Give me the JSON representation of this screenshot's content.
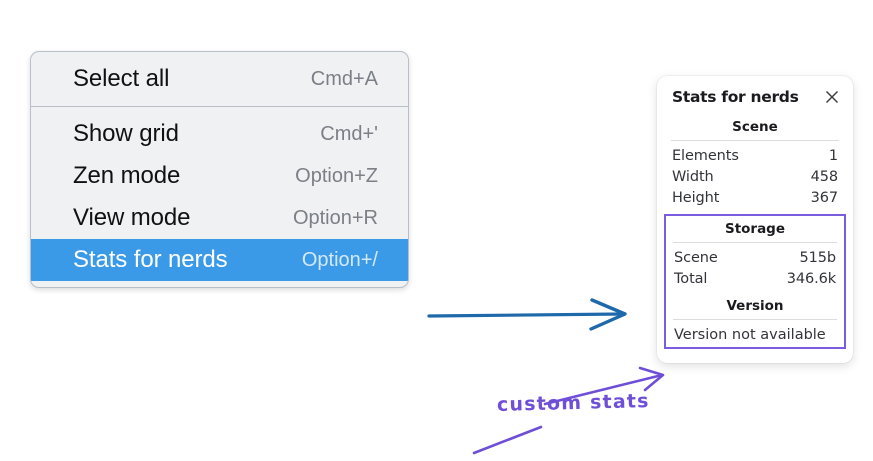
{
  "menu": {
    "groups": [
      {
        "items": [
          {
            "label": "Select all",
            "shortcut": "Cmd+A",
            "selected": false
          }
        ]
      },
      {
        "items": [
          {
            "label": "Show grid",
            "shortcut": "Cmd+'",
            "selected": false
          },
          {
            "label": "Zen mode",
            "shortcut": "Option+Z",
            "selected": false
          },
          {
            "label": "View mode",
            "shortcut": "Option+R",
            "selected": false
          },
          {
            "label": "Stats for nerds",
            "shortcut": "Option+/",
            "selected": true
          }
        ]
      }
    ],
    "highlight_color": "#3b9ae8"
  },
  "stats_panel": {
    "title": "Stats for nerds",
    "close_icon": "close-icon",
    "scene": {
      "heading": "Scene",
      "rows": [
        {
          "key": "Elements",
          "value": "1"
        },
        {
          "key": "Width",
          "value": "458"
        },
        {
          "key": "Height",
          "value": "367"
        }
      ]
    },
    "storage": {
      "heading": "Storage",
      "rows": [
        {
          "key": "Scene",
          "value": "515b"
        },
        {
          "key": "Total",
          "value": "346.6k"
        }
      ]
    },
    "version": {
      "heading": "Version",
      "text": "Version not available"
    },
    "highlight_border_color": "#7b5ce0"
  },
  "annotations": {
    "blue_arrow_color": "#1f69ab",
    "purple_color": "#6f4fd8",
    "label": "custom stats"
  }
}
